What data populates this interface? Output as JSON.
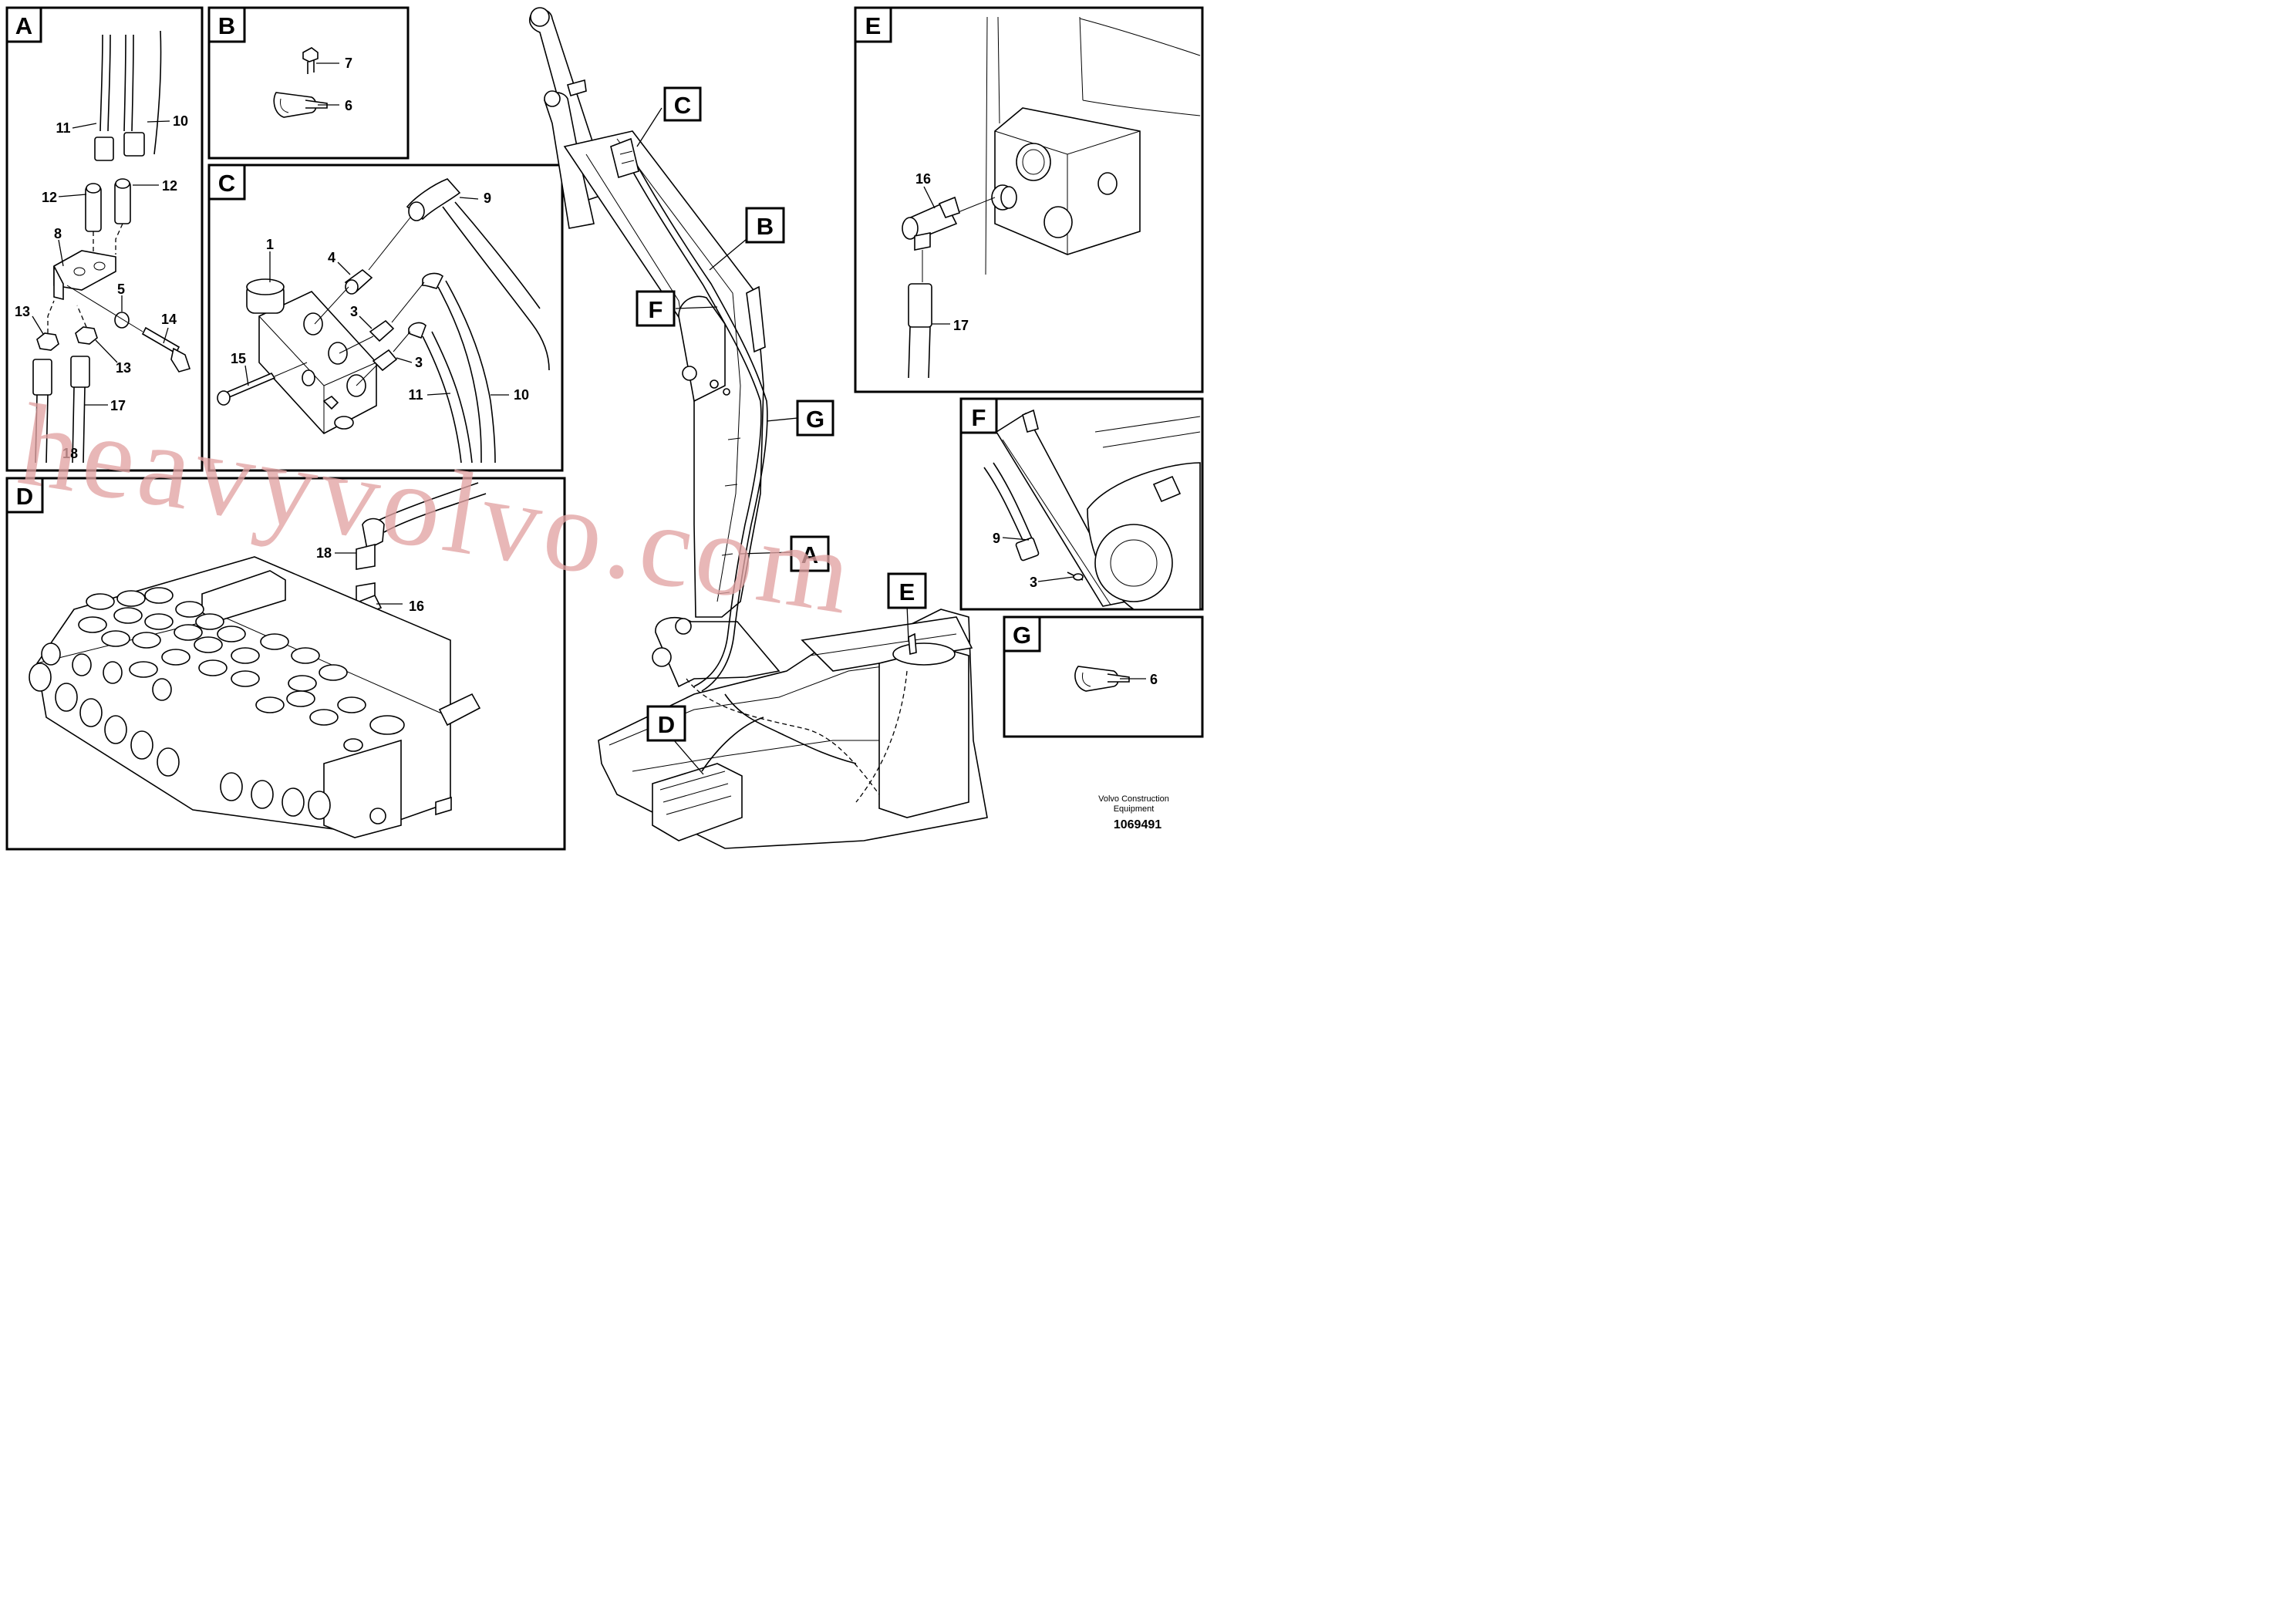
{
  "panels": {
    "A": {
      "tag": "A",
      "callouts": {
        "c8": "8",
        "c5": "5",
        "c10": "10",
        "c11": "11",
        "c12a": "12",
        "c12b": "12",
        "c13a": "13",
        "c13b": "13",
        "c14": "14",
        "c17": "17",
        "c18": "18"
      }
    },
    "B": {
      "tag": "B",
      "callouts": {
        "c7": "7",
        "c6": "6"
      }
    },
    "C": {
      "tag": "C",
      "callouts": {
        "c1": "1",
        "c3a": "3",
        "c3b": "3",
        "c4": "4",
        "c9": "9",
        "c10": "10",
        "c11": "11",
        "c15": "15"
      }
    },
    "D": {
      "tag": "D",
      "callouts": {
        "c18": "18",
        "c16": "16"
      }
    },
    "E": {
      "tag": "E",
      "callouts": {
        "c16": "16",
        "c17": "17"
      }
    },
    "F": {
      "tag": "F",
      "callouts": {
        "c9": "9",
        "c3": "3"
      }
    },
    "G": {
      "tag": "G",
      "callouts": {
        "c6": "6"
      }
    }
  },
  "overview_tags": {
    "A": "A",
    "B": "B",
    "C": "C",
    "D": "D",
    "E": "E",
    "F": "F",
    "G": "G"
  },
  "credit": {
    "line1": "Volvo Construction",
    "line2": "Equipment"
  },
  "reference_number": "1069491",
  "watermark": "heavyvolvo.com"
}
